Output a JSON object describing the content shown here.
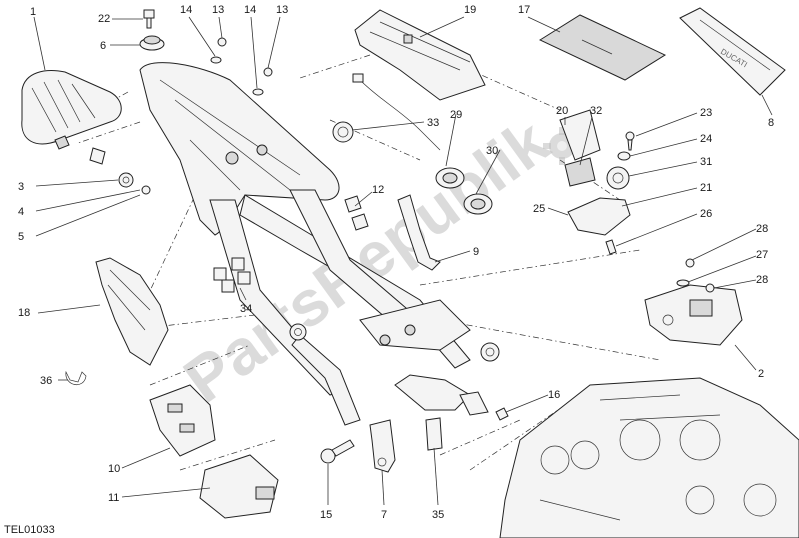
{
  "diagram": {
    "reference_code": "TEL01033",
    "watermark": "PartsRepublik",
    "callouts": [
      {
        "id": "c1",
        "text": "1"
      },
      {
        "id": "c2",
        "text": "2"
      },
      {
        "id": "c3",
        "text": "3"
      },
      {
        "id": "c4",
        "text": "4"
      },
      {
        "id": "c5",
        "text": "5"
      },
      {
        "id": "c6",
        "text": "6"
      },
      {
        "id": "c7",
        "text": "7"
      },
      {
        "id": "c8",
        "text": "8"
      },
      {
        "id": "c9",
        "text": "9"
      },
      {
        "id": "c10",
        "text": "10"
      },
      {
        "id": "c11",
        "text": "11"
      },
      {
        "id": "c12",
        "text": "12"
      },
      {
        "id": "c13a",
        "text": "13"
      },
      {
        "id": "c13b",
        "text": "13"
      },
      {
        "id": "c14a",
        "text": "14"
      },
      {
        "id": "c14b",
        "text": "14"
      },
      {
        "id": "c15",
        "text": "15"
      },
      {
        "id": "c16",
        "text": "16"
      },
      {
        "id": "c17",
        "text": "17"
      },
      {
        "id": "c18",
        "text": "18"
      },
      {
        "id": "c19",
        "text": "19"
      },
      {
        "id": "c20",
        "text": "20"
      },
      {
        "id": "c21",
        "text": "21"
      },
      {
        "id": "c22",
        "text": "22"
      },
      {
        "id": "c23",
        "text": "23"
      },
      {
        "id": "c24",
        "text": "24"
      },
      {
        "id": "c25",
        "text": "25"
      },
      {
        "id": "c26",
        "text": "26"
      },
      {
        "id": "c27",
        "text": "27"
      },
      {
        "id": "c28a",
        "text": "28"
      },
      {
        "id": "c28b",
        "text": "28"
      },
      {
        "id": "c29",
        "text": "29"
      },
      {
        "id": "c30",
        "text": "30"
      },
      {
        "id": "c31",
        "text": "31"
      },
      {
        "id": "c32",
        "text": "32"
      },
      {
        "id": "c33",
        "text": "33"
      },
      {
        "id": "c34",
        "text": "34"
      },
      {
        "id": "c35",
        "text": "35"
      },
      {
        "id": "c36",
        "text": "36"
      }
    ]
  }
}
